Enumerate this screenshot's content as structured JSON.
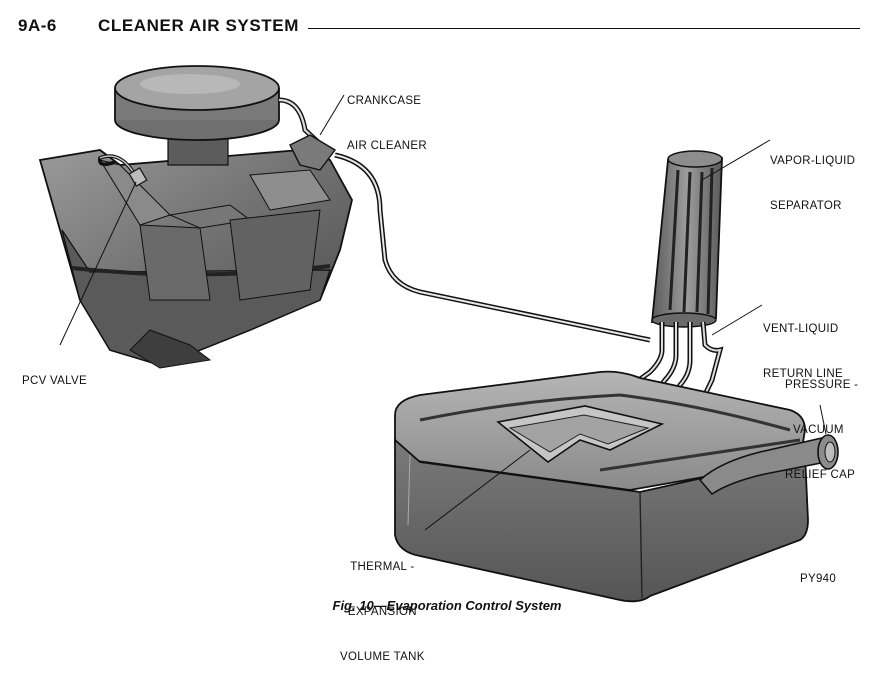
{
  "header": {
    "page_number": "9A-6",
    "section_title": "CLEANER AIR SYSTEM"
  },
  "labels": {
    "crankcase_air_cleaner": [
      "CRANKCASE",
      "AIR CLEANER"
    ],
    "vapor_liquid_separator": [
      "VAPOR-LIQUID",
      "SEPARATOR"
    ],
    "vent_liquid_return_line": [
      "VENT-LIQUID",
      "RETURN LINE"
    ],
    "pressure_vacuum_relief_cap": [
      "PRESSURE -",
      "VACUUM",
      "RELIEF CAP"
    ],
    "pcv_valve": [
      "PCV VALVE"
    ],
    "thermal_expansion_volume_tank": [
      "THERMAL -",
      "EXPANSION",
      "VOLUME TANK"
    ]
  },
  "figure_ref": "PY940",
  "caption": "Fig. 10—Evaporation Control System"
}
